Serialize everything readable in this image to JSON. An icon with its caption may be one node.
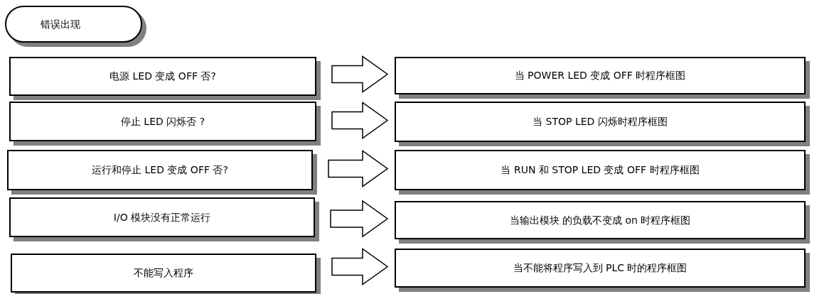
{
  "diagram": {
    "nodes": [
      {
        "text": [
          "错误出现"
        ]
      },
      {
        "text": [
          "电源 LED 变成 OFF 否?"
        ]
      },
      {
        "text": [
          "当 POWER LED 变成 OFF 时程序框图"
        ]
      },
      {
        "text": [
          "停止 LED 闪烁否 ?"
        ]
      },
      {
        "text": [
          "当 STOP LED 闪烁时程序框图"
        ]
      },
      {
        "text": [
          "运行和停止 LED 变成 OFF 否?"
        ]
      },
      {
        "text": [
          "当 RUN 和 STOP LED 变成 OFF 时程序框图"
        ]
      },
      {
        "text": [
          "I/O 模块没有正常运行"
        ]
      },
      {
        "text": [
          "当输出模块 的负载不变成 on 时程序框图"
        ]
      },
      {
        "text": [
          "不能写入程序"
        ]
      },
      {
        "text": [
          "当不能将程序写入到 PLC 时的程序框图"
        ]
      }
    ],
    "edges": [
      {
        "from": 1,
        "to": 2,
        "arrow": "to"
      },
      {
        "from": 3,
        "to": 4,
        "arrow": "to"
      },
      {
        "from": 5,
        "to": 6,
        "arrow": "to"
      },
      {
        "from": 7,
        "to": 8,
        "arrow": "to"
      },
      {
        "from": 9,
        "to": 10,
        "arrow": "to"
      }
    ]
  }
}
